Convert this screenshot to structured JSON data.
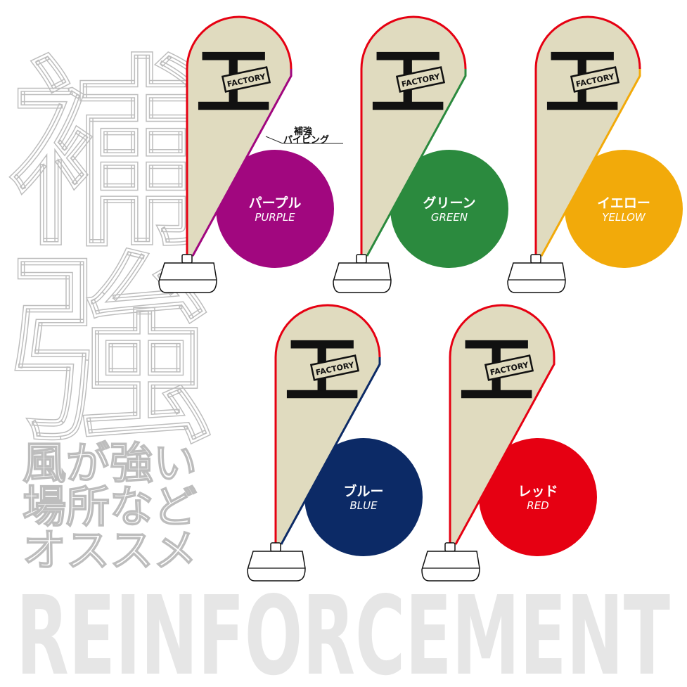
{
  "background_text": {
    "kanji_top": "補",
    "kanji_bottom": "強",
    "tagline_lines": [
      "風が強い",
      "場所など",
      "オススメ"
    ],
    "reinforcement": "REINFORCEMENT"
  },
  "callout": {
    "line1": "補強",
    "line2": "パイピング"
  },
  "flag_print": {
    "kanji": "工場",
    "label": "FACTORY"
  },
  "flags": [
    {
      "id": "purple",
      "jp": "パープル",
      "en": "PURPLE",
      "color": "#a1077f"
    },
    {
      "id": "green",
      "jp": "グリーン",
      "en": "GREEN",
      "color": "#2b8a3e"
    },
    {
      "id": "yellow",
      "jp": "イエロー",
      "en": "YELLOW",
      "color": "#f2aa0a"
    },
    {
      "id": "blue",
      "jp": "ブルー",
      "en": "BLUE",
      "color": "#0c2a66"
    },
    {
      "id": "red",
      "jp": "レッド",
      "en": "RED",
      "color": "#e60012"
    }
  ],
  "colors": {
    "flag_fabric": "#e0dbbf",
    "flag_piping_outer": "#e60012",
    "background_outline": "#bdbdbd",
    "background_fill": "#e6e6e6"
  }
}
